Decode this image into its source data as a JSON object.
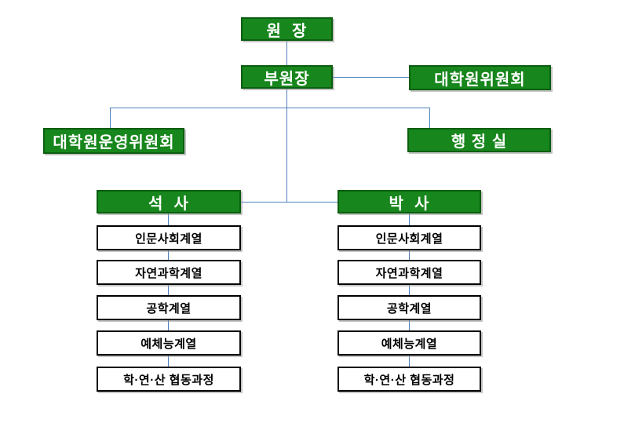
{
  "chart": {
    "nodes": {
      "director": "원  장",
      "vice_director": "부원장",
      "graduate_committee": "대학원위원회",
      "operating_committee": "대학원운영위원회",
      "admin_office": "행 정 실",
      "masters": "석  사",
      "doctoral": "박  사"
    },
    "masters_departments": [
      "인문사회계열",
      "자연과학계열",
      "공학계열",
      "예체능계열",
      "학·연·산 협동과정"
    ],
    "doctoral_departments": [
      "인문사회계열",
      "자연과학계열",
      "공학계열",
      "예체능계열",
      "학·연·산 협동과정"
    ],
    "colors": {
      "green_fill": "#17861c",
      "green_border": "#0b5e10",
      "connector_blue": "#4f81bd",
      "text_on_green": "#ffffff",
      "text_on_white": "#000000"
    }
  }
}
